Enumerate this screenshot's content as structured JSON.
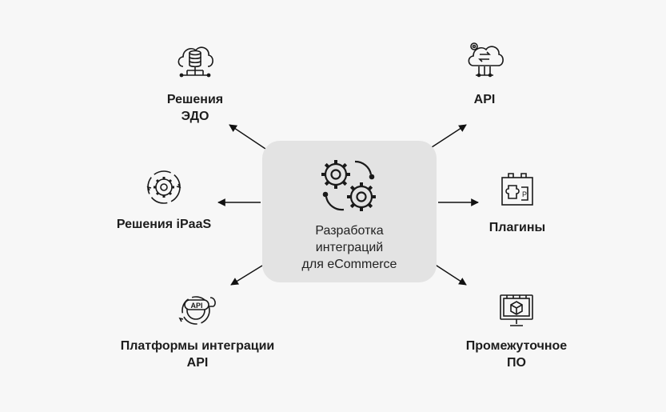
{
  "center": {
    "label_lines": [
      "Разработка",
      "интеграций",
      "для eCommerce"
    ],
    "icon": "gears-icon"
  },
  "nodes": {
    "edo": {
      "lines": [
        "Решения",
        "ЭДО"
      ],
      "icon": "cloud-database-icon"
    },
    "ipaas": {
      "lines": [
        "Решения iPaaS"
      ],
      "icon": "gear-cycle-icon"
    },
    "platforms": {
      "lines": [
        "Платформы интеграции",
        "API"
      ],
      "icon": "api-gear-icon"
    },
    "api": {
      "lines": [
        "API"
      ],
      "icon": "cloud-exchange-icon"
    },
    "plugins": {
      "lines": [
        "Плагины"
      ],
      "icon": "puzzle-plugin-icon"
    },
    "middleware": {
      "lines": [
        "Промежуточное",
        "ПО"
      ],
      "icon": "monitor-cube-icon"
    }
  },
  "colors": {
    "background": "#f7f7f7",
    "card": "#e3e3e3",
    "ink": "#1a1a1a"
  }
}
